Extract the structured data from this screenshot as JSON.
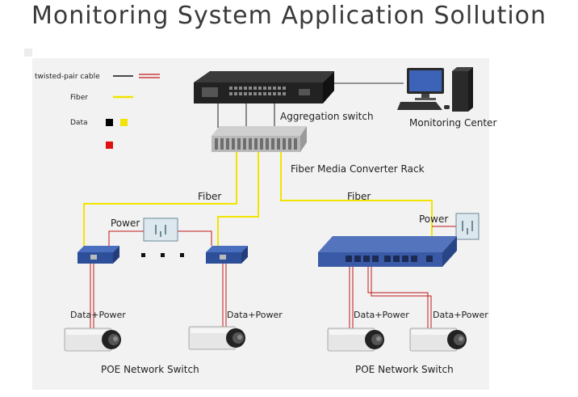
{
  "title": "Monitoring System Application Sollution",
  "legend": {
    "twisted_pair": "twisted-pair cable",
    "fiber": "Fiber",
    "data": "Data"
  },
  "labels": {
    "aggregation_switch": "Aggregation switch",
    "monitoring_center": "Monitoring Center",
    "fiber_rack": "Fiber Media Converter Rack",
    "fiber_left": "Fiber",
    "fiber_right": "Fiber",
    "power_left": "Power",
    "power_right": "Power",
    "data_power_1": "Data+Power",
    "data_power_2": "Data+Power",
    "data_power_3": "Data+Power",
    "data_power_4": "Data+Power",
    "poe_left": "POE Network Switch",
    "poe_right": "POE Network Switch"
  },
  "colors": {
    "fiber": "#f2e400",
    "twisted_pair_black": "#111111",
    "twisted_pair_red": "#c21818",
    "data_black": "#000000",
    "data_yellow": "#f2e400",
    "data_red": "#dd1111",
    "poe_switch_blue": "#3a5aa8",
    "converter_blue": "#2d4f9a",
    "backdrop": "#f2f2f2"
  }
}
